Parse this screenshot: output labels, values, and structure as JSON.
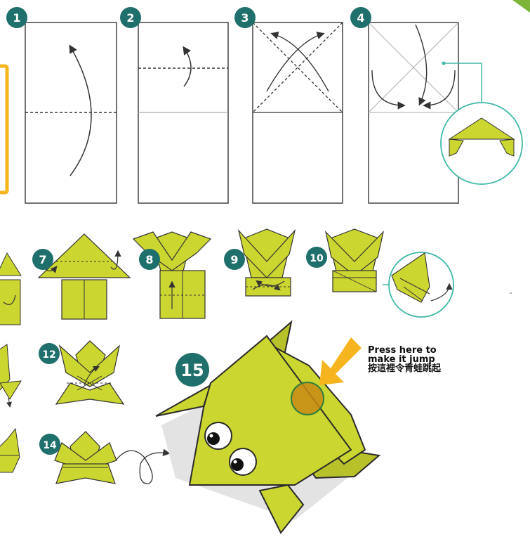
{
  "steps": [
    "1",
    "2",
    "3",
    "4",
    "7",
    "8",
    "9",
    "10",
    "12",
    "14",
    "15"
  ],
  "caption": {
    "line1": "Press here to",
    "line2": "make it jump",
    "line3": "按這裡令青蛙跳起"
  },
  "colors": {
    "badge": "#1f6f6c",
    "paper_green": "#cbd630",
    "paper_shade": "#b7c12a",
    "outline": "#2a2a2a",
    "teal_line": "#3fb8a6",
    "highlight_arrow": "#f6b51e",
    "press_spot": "#c98a15",
    "side_frame": "#f6b51e"
  }
}
